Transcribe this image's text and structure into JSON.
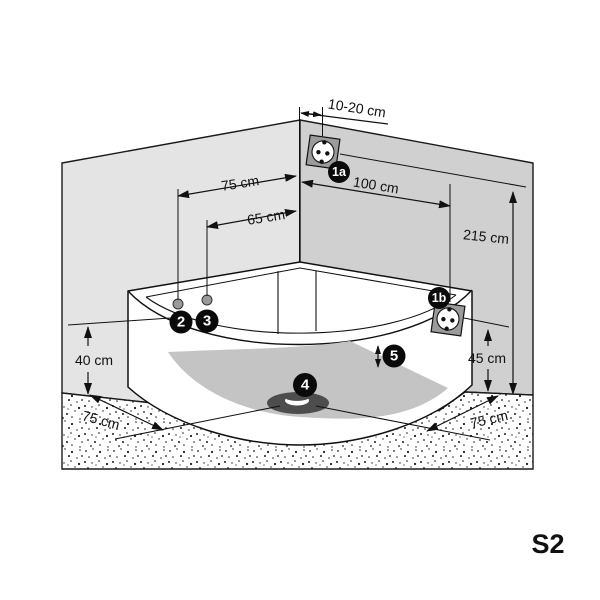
{
  "diagram_code": "S2",
  "labels": {
    "socket_wall_offset": "10-20 cm",
    "socket_top_distance": "100 cm",
    "total_height": "215 cm",
    "jet_far_distance": "75 cm",
    "jet_near_distance": "65 cm",
    "rim_height": "40 cm",
    "socket_side_height": "45 cm",
    "floor_left_distance": "75 cm",
    "floor_right_distance": "75 cm"
  },
  "markers": {
    "socket_top": "1a",
    "socket_side": "1b",
    "jet_left": "2",
    "jet_right": "3",
    "drain": "4",
    "base_gap": "5"
  },
  "colors": {
    "wall_left": "#e4e4e4",
    "wall_right": "#d0d0d0",
    "tub": "#ffffff",
    "shadow": "#c4c4c4",
    "drain": "#4d4d4d",
    "socket_plate": "#9b9b9b",
    "badge": "#0a0a0a",
    "line": "#111111",
    "accent": "#d4302e"
  }
}
